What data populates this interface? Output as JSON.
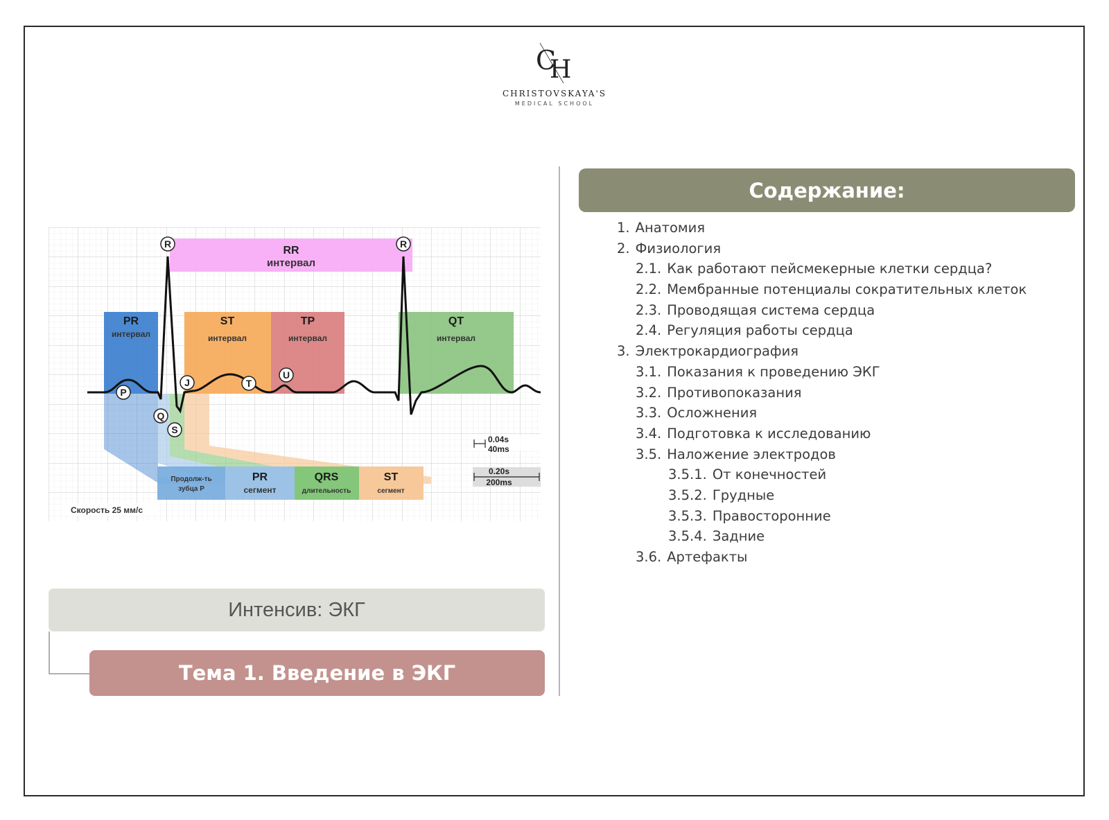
{
  "logo": {
    "mark": "CH",
    "name": "CHRISTOVSKAYA'S",
    "subtitle": "MEDICAL SCHOOL"
  },
  "ecg": {
    "intervals": {
      "rr": {
        "title": "RR",
        "label": "интервал"
      },
      "pr": {
        "title": "PR",
        "label": "интервал"
      },
      "st": {
        "title": "ST",
        "label": "интервал"
      },
      "tp": {
        "title": "TP",
        "label": "интервал"
      },
      "qt": {
        "title": "QT",
        "label": "интервал"
      }
    },
    "waves": {
      "r1": "R",
      "r2": "R",
      "p": "P",
      "q": "Q",
      "s": "S",
      "j": "J",
      "t": "T",
      "u": "U"
    },
    "segments": {
      "p_duration": {
        "line1": "Продолж-ть",
        "line2": "зубца Р"
      },
      "pr": {
        "title": "PR",
        "label": "сегмент"
      },
      "qrs": {
        "title": "QRS",
        "label": "длительность"
      },
      "st": {
        "title": "ST",
        "label": "сегмент"
      }
    },
    "scale": {
      "small_s": "0.04s",
      "small_ms": "40ms",
      "large_s": "0.20s",
      "large_ms": "200ms"
    },
    "speed": "Скорость 25 мм/с",
    "colors": {
      "rr": "#f7a8f5",
      "pr": "#3c7fcf",
      "st": "#f6a957",
      "tp": "#d97c7c",
      "qt": "#8ac27e",
      "pr_seg": "#9cc3e6",
      "qrs": "#84c77a",
      "st_seg": "#f7c899"
    }
  },
  "course": {
    "title": "Интенсив: ЭКГ",
    "topic": "Тема 1. Введение в ЭКГ",
    "colors": {
      "course_bg": "#dfdfda",
      "topic_bg": "#c3928e"
    }
  },
  "toc": {
    "header": "Содержание:",
    "header_color": "#8b8c74",
    "items": [
      {
        "num": "1.",
        "text": "Анатомия",
        "level": 1
      },
      {
        "num": "2.",
        "text": "Физиология",
        "level": 1
      },
      {
        "num": "2.1.",
        "text": "Как работают пейсмекерные клетки сердца?",
        "level": 2
      },
      {
        "num": "2.2.",
        "text": "Мембранные потенциалы сократительных клеток",
        "level": 2
      },
      {
        "num": "2.3.",
        "text": "Проводящая система сердца",
        "level": 2
      },
      {
        "num": "2.4.",
        "text": "Регуляция работы сердца",
        "level": 2
      },
      {
        "num": "3.",
        "text": "Электрокардиография",
        "level": 1
      },
      {
        "num": "3.1.",
        "text": "Показания к проведению ЭКГ",
        "level": 2
      },
      {
        "num": "3.2.",
        "text": "Противопоказания",
        "level": 2
      },
      {
        "num": "3.3.",
        "text": "Осложнения",
        "level": 2
      },
      {
        "num": "3.4.",
        "text": "Подготовка к исследованию",
        "level": 2
      },
      {
        "num": "3.5.",
        "text": "Наложение электродов",
        "level": 2
      },
      {
        "num": "3.5.1.",
        "text": "От конечностей",
        "level": 3
      },
      {
        "num": "3.5.2.",
        "text": "Грудные",
        "level": 3
      },
      {
        "num": "3.5.3.",
        "text": "Правосторонние",
        "level": 3
      },
      {
        "num": "3.5.4.",
        "text": "Задние",
        "level": 3
      },
      {
        "num": "3.6.",
        "text": "Артефакты",
        "level": 2
      }
    ]
  }
}
